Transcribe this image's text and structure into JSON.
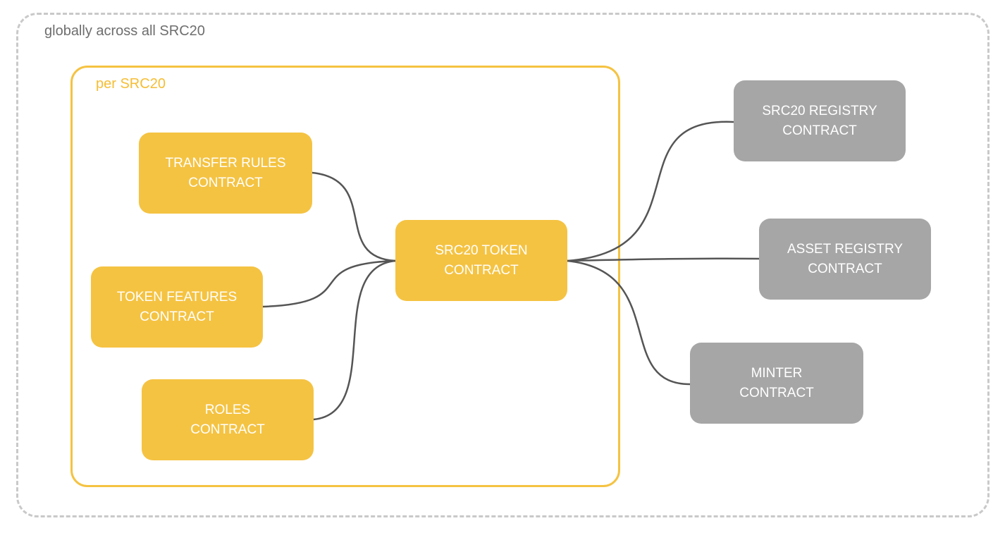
{
  "outer_group": {
    "label": "globally across all SRC20"
  },
  "inner_group": {
    "label": "per SRC20"
  },
  "nodes": {
    "transfer_rules": "TRANSFER RULES\nCONTRACT",
    "token_features": "TOKEN FEATURES\nCONTRACT",
    "roles": "ROLES\nCONTRACT",
    "src20_token": "SRC20 TOKEN\nCONTRACT",
    "src20_registry": "SRC20 REGISTRY\nCONTRACT",
    "asset_registry": "ASSET REGISTRY\nCONTRACT",
    "minter": "MINTER\nCONTRACT"
  },
  "colors": {
    "per_src20": "#f5c342",
    "global": "#a6a6a6",
    "connector": "#555555",
    "outer_border": "#c9c9c9"
  }
}
